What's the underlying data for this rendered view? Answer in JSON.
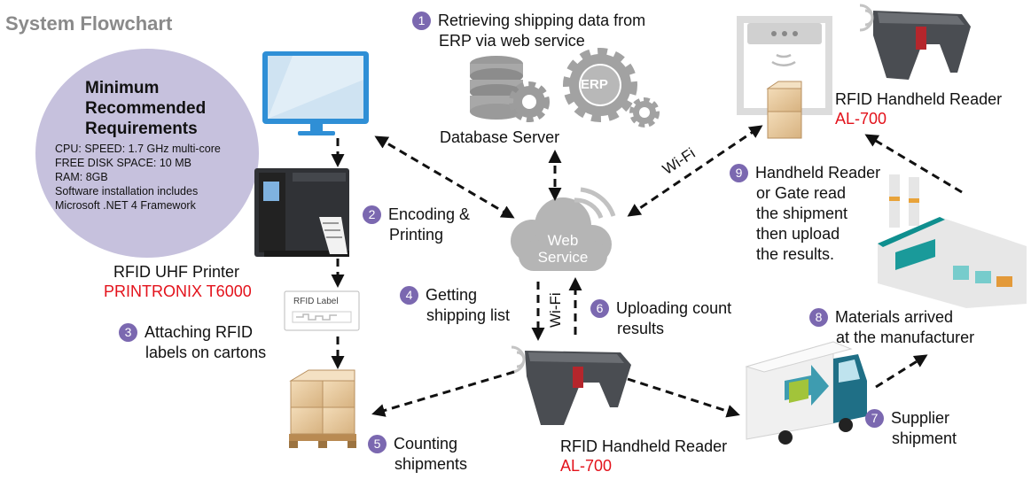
{
  "title": "System Flowchart",
  "requirements": {
    "heading": [
      "Minimum",
      "Recommended",
      "Requirements"
    ],
    "lines": [
      "CPU: SPEED: 1.7 GHz multi-core",
      "FREE DISK SPACE: 10 MB",
      "RAM: 8GB",
      "Software installation includes",
      "Microsoft .NET 4 Framework"
    ]
  },
  "printer": {
    "label": "RFID UHF Printer",
    "model": "PRINTRONIX T6000"
  },
  "rfid_label_text": "RFID Label",
  "database": {
    "label": "Database Server",
    "erp": "ERP"
  },
  "cloud": {
    "line1": "Web",
    "line2": "Service"
  },
  "wifi": "Wi-Fi",
  "reader": {
    "label": "RFID Handheld Reader",
    "model": "AL-700"
  },
  "steps": [
    {
      "num": "1",
      "lines": [
        "Retrieving  shipping  data  from",
        "ERP  via  web  service"
      ]
    },
    {
      "num": "2",
      "lines": [
        "Encoding &",
        "Printing"
      ]
    },
    {
      "num": "3",
      "lines": [
        "Attaching RFID",
        "labels on cartons"
      ]
    },
    {
      "num": "4",
      "lines": [
        "Getting",
        "shipping list"
      ]
    },
    {
      "num": "5",
      "lines": [
        "Counting",
        "shipments"
      ]
    },
    {
      "num": "6",
      "lines": [
        "Uploading count",
        "results"
      ]
    },
    {
      "num": "7",
      "lines": [
        "Supplier",
        "shipment"
      ]
    },
    {
      "num": "8",
      "lines": [
        "Materials arrived",
        "at the manufacturer"
      ]
    },
    {
      "num": "9",
      "lines": [
        "Handheld  Reader",
        "or  Gate  read",
        "the shipment",
        "then  upload",
        "the results."
      ]
    }
  ],
  "colors": {
    "step_badge": "#7b68b0",
    "model_text": "#e3121b",
    "bubble": "#c6c1dd",
    "arrow": "#111111"
  }
}
